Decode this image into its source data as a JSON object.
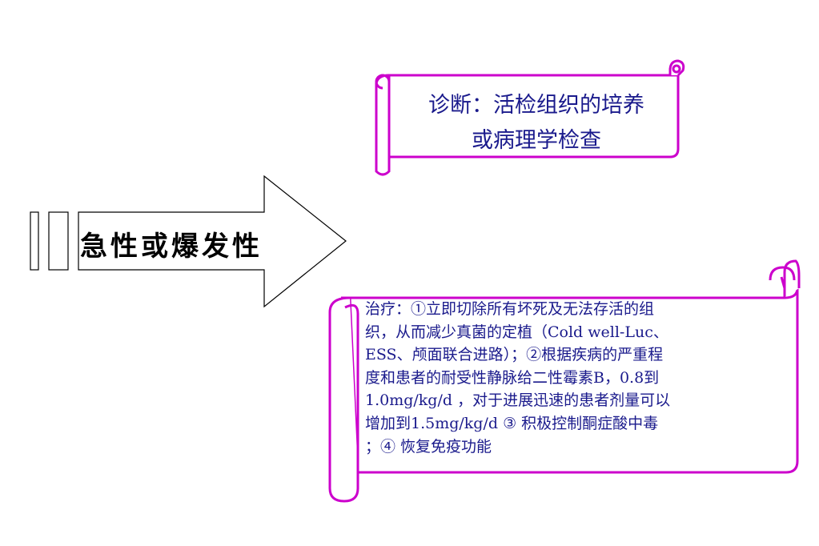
{
  "arrow": {
    "label": "急性或爆发性"
  },
  "diagnosis": {
    "lines": [
      "诊断：活检组织的培养",
      "或病理学检查"
    ]
  },
  "treatment": {
    "text": "治疗：①立即切除所有坏死及无法存活的组\n织，从而减少真菌的定植（Cold well-Luc、\nESS、颅面联合进路）；②根据疾病的严重程\n度和患者的耐受性静脉给二性霉素B，0.8到\n1.0mg/kg/d ，对于进展迅速的患者剂量可以\n增加到1.5mg/kg/d ③ 积极控制酮症酸中毒\n；④ 恢复免疫功能"
  },
  "colors": {
    "scroll_border": "#cc00cc",
    "text_blue": "#1a1a8c"
  }
}
